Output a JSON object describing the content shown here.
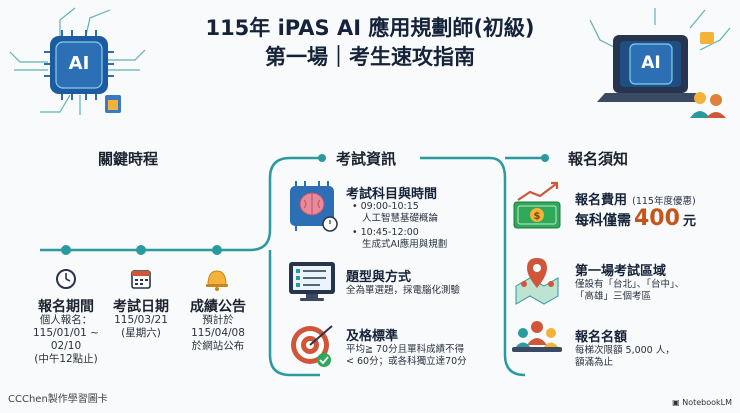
{
  "header": {
    "title_line1": "115年 iPAS AI 應用規劃師(初級)",
    "title_line2": "第一場｜考生速攻指南",
    "ai_badge": "AI"
  },
  "timeline": {
    "heading": "關鍵時程",
    "items": [
      {
        "icon": "clock-icon",
        "title": "報名期間",
        "lines": [
          "個人報名：",
          "115/01/01 ~",
          "02/10",
          "(中午12點止)"
        ]
      },
      {
        "icon": "calendar-icon",
        "title": "考試日期",
        "lines": [
          "115/03/21",
          "(星期六)"
        ]
      },
      {
        "icon": "bell-icon",
        "title": "成績公告",
        "lines": [
          "預計於",
          "115/04/08",
          "於網站公布"
        ]
      }
    ]
  },
  "exam_info": {
    "heading": "考試資訊",
    "subjects": {
      "icon": "brain-chip-icon",
      "title": "考試科目與時間",
      "bullets": [
        {
          "time": "09:00-10:15",
          "subject": "人工智慧基礎概論"
        },
        {
          "time": "10:45-12:00",
          "subject": "生成式AI應用與規劃"
        }
      ]
    },
    "format": {
      "icon": "monitor-checklist-icon",
      "title": "題型與方式",
      "text": "全為單選題，採電腦化測驗"
    },
    "passing": {
      "icon": "target-icon",
      "title": "及格標準",
      "lines": [
        "平均≧ 70分且單科成績不得",
        "< 60分；或各科獨立達70分"
      ]
    }
  },
  "registration": {
    "heading": "報名須知",
    "fee": {
      "icon": "money-growth-icon",
      "title": "報名費用",
      "note": "(115年度優惠)",
      "prefix": "每科僅需",
      "amount": "400",
      "unit": "元"
    },
    "venue": {
      "icon": "map-pin-icon",
      "title": "第一場考試區域",
      "lines": [
        "僅設有「台北」、「台中」、",
        "「高雄」三個考區"
      ]
    },
    "quota": {
      "icon": "people-icon",
      "title": "報名名額",
      "lines": [
        "每梯次限額 5,000 人，",
        "額滿為止"
      ]
    }
  },
  "footer": {
    "credit": "CCChen製作學習圖卡",
    "brand": "NotebookLM"
  },
  "colors": {
    "teal": "#2a9a9e",
    "navy": "#15233a",
    "orange": "#c7551b",
    "blue_chip": "#2d6fb5"
  }
}
